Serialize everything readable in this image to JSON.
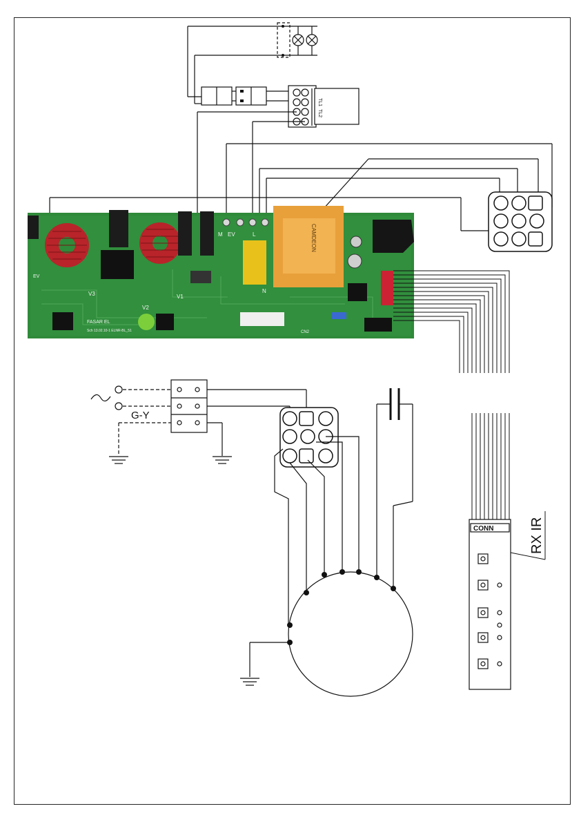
{
  "labels": {
    "gy": "G-Y",
    "rx_ir": "RX IR",
    "conn": "CONN",
    "tl1": "TL1",
    "tl2": "TL2",
    "pcb_brand": "FASAR EL",
    "pcb_code": "Sch 13.02.10-1 ELNR-BL_51",
    "pcb_ev": "EV",
    "pcb_v1": "V1",
    "pcb_v2": "V2",
    "pcb_v3": "V3",
    "pcb_m": "M",
    "pcb_evn": "EV",
    "pcb_l": "L",
    "pcb_n": "N",
    "pcb_cn2": "CN2",
    "transformer": "CAMDEON"
  },
  "icons": {
    "ac_source": "tilde-ac-symbol",
    "ground": "ground-symbol",
    "lamp": "lamp-symbol"
  },
  "colors": {
    "pcb_green": "#2f8a3a",
    "transformer_orange": "#e8a03a",
    "toroid_red": "#b8242a",
    "capacitor_yellow": "#e8c21a",
    "line": "#111111"
  }
}
